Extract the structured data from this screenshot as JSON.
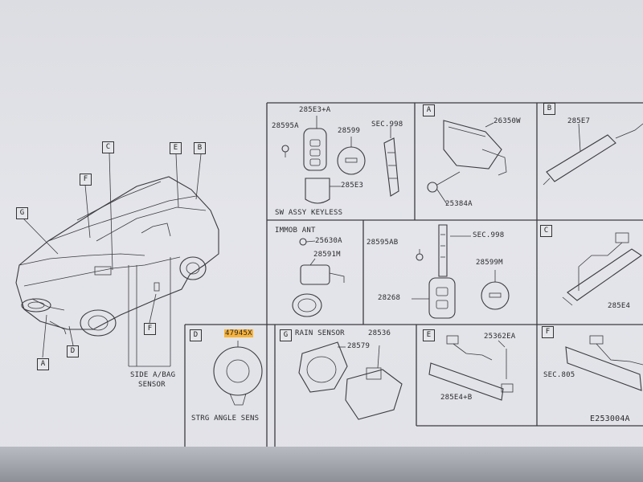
{
  "diagram": {
    "car_callouts": {
      "A": "A",
      "B": "B",
      "C": "C",
      "D": "D",
      "E": "E",
      "F_top": "F",
      "F_bottom": "F",
      "G": "G"
    },
    "side_airbag_sensor": [
      "SIDE A/BAG",
      "SENSOR"
    ],
    "keyless_panel": {
      "title": "SW ASSY KEYLESS",
      "parts": [
        "285E3+A",
        "28595A",
        "28599",
        "SEC.998",
        "285E3"
      ]
    },
    "panel_A": {
      "letter": "A",
      "parts": [
        "26350W",
        "25384A"
      ]
    },
    "panel_B": {
      "letter": "B",
      "parts": [
        "285E7"
      ]
    },
    "immob_panel": {
      "title": "IMMOB ANT",
      "parts": [
        "25630A",
        "28591M"
      ]
    },
    "key_panel": {
      "parts": [
        "28595AB",
        "SEC.998",
        "28599M",
        "28268"
      ]
    },
    "panel_C": {
      "letter": "C",
      "parts": [
        "285E4"
      ]
    },
    "panel_D": {
      "letter": "D",
      "part_highlighted": "47945X",
      "title": "STRG ANGLE SENS",
      "highlight_color": "#f7b33b"
    },
    "panel_G": {
      "letter": "G",
      "title": "RAIN SENSOR",
      "parts": [
        "28536",
        "28579"
      ]
    },
    "panel_E": {
      "letter": "E",
      "parts": [
        "25362EA",
        "285E4+B"
      ]
    },
    "panel_F": {
      "letter": "F",
      "parts": [
        "SEC.805"
      ]
    },
    "figure_code": "E253004A"
  }
}
